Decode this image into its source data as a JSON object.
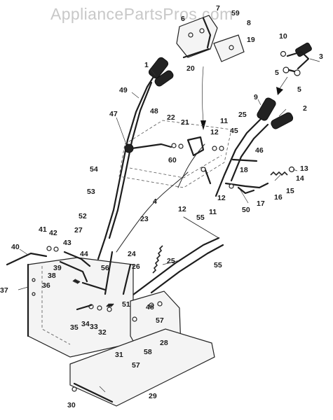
{
  "watermark": "AppliancePartsPros.com",
  "part_labels": [
    {
      "id": "l1",
      "text": "1"
    },
    {
      "id": "l2",
      "text": "2"
    },
    {
      "id": "l3",
      "text": "3"
    },
    {
      "id": "l4",
      "text": "4"
    },
    {
      "id": "l5a",
      "text": "5"
    },
    {
      "id": "l5b",
      "text": "5"
    },
    {
      "id": "l6",
      "text": "6"
    },
    {
      "id": "l7",
      "text": "7"
    },
    {
      "id": "l8",
      "text": "8"
    },
    {
      "id": "l9",
      "text": "9"
    },
    {
      "id": "l10",
      "text": "10"
    },
    {
      "id": "l11a",
      "text": "11"
    },
    {
      "id": "l11b",
      "text": "11"
    },
    {
      "id": "l12a",
      "text": "12"
    },
    {
      "id": "l12b",
      "text": "12"
    },
    {
      "id": "l12c",
      "text": "12"
    },
    {
      "id": "l13",
      "text": "13"
    },
    {
      "id": "l14",
      "text": "14"
    },
    {
      "id": "l15",
      "text": "15"
    },
    {
      "id": "l16",
      "text": "16"
    },
    {
      "id": "l17",
      "text": "17"
    },
    {
      "id": "l18",
      "text": "18"
    },
    {
      "id": "l19",
      "text": "19"
    },
    {
      "id": "l20",
      "text": "20"
    },
    {
      "id": "l21",
      "text": "21"
    },
    {
      "id": "l22",
      "text": "22"
    },
    {
      "id": "l23",
      "text": "23"
    },
    {
      "id": "l24",
      "text": "24"
    },
    {
      "id": "l25a",
      "text": "25"
    },
    {
      "id": "l25b",
      "text": "25"
    },
    {
      "id": "l26",
      "text": "26"
    },
    {
      "id": "l27",
      "text": "27"
    },
    {
      "id": "l28",
      "text": "28"
    },
    {
      "id": "l29",
      "text": "29"
    },
    {
      "id": "l30",
      "text": "30"
    },
    {
      "id": "l31",
      "text": "31"
    },
    {
      "id": "l32",
      "text": "32"
    },
    {
      "id": "l33",
      "text": "33"
    },
    {
      "id": "l34",
      "text": "34"
    },
    {
      "id": "l35",
      "text": "35"
    },
    {
      "id": "l36",
      "text": "36"
    },
    {
      "id": "l37",
      "text": "37"
    },
    {
      "id": "l38",
      "text": "38"
    },
    {
      "id": "l39",
      "text": "39"
    },
    {
      "id": "l40",
      "text": "40"
    },
    {
      "id": "l41",
      "text": "41"
    },
    {
      "id": "l42",
      "text": "42"
    },
    {
      "id": "l43",
      "text": "43"
    },
    {
      "id": "l44",
      "text": "44"
    },
    {
      "id": "l45",
      "text": "45"
    },
    {
      "id": "l46",
      "text": "46"
    },
    {
      "id": "l47",
      "text": "47"
    },
    {
      "id": "l48a",
      "text": "48"
    },
    {
      "id": "l48b",
      "text": "48"
    },
    {
      "id": "l49",
      "text": "49"
    },
    {
      "id": "l50",
      "text": "50"
    },
    {
      "id": "l51",
      "text": "51"
    },
    {
      "id": "l52",
      "text": "52"
    },
    {
      "id": "l53",
      "text": "53"
    },
    {
      "id": "l54",
      "text": "54"
    },
    {
      "id": "l55a",
      "text": "55"
    },
    {
      "id": "l55b",
      "text": "55"
    },
    {
      "id": "l56",
      "text": "56"
    },
    {
      "id": "l57a",
      "text": "57"
    },
    {
      "id": "l57b",
      "text": "57"
    },
    {
      "id": "l58",
      "text": "58"
    },
    {
      "id": "l59",
      "text": "59"
    },
    {
      "id": "l60",
      "text": "60"
    }
  ]
}
